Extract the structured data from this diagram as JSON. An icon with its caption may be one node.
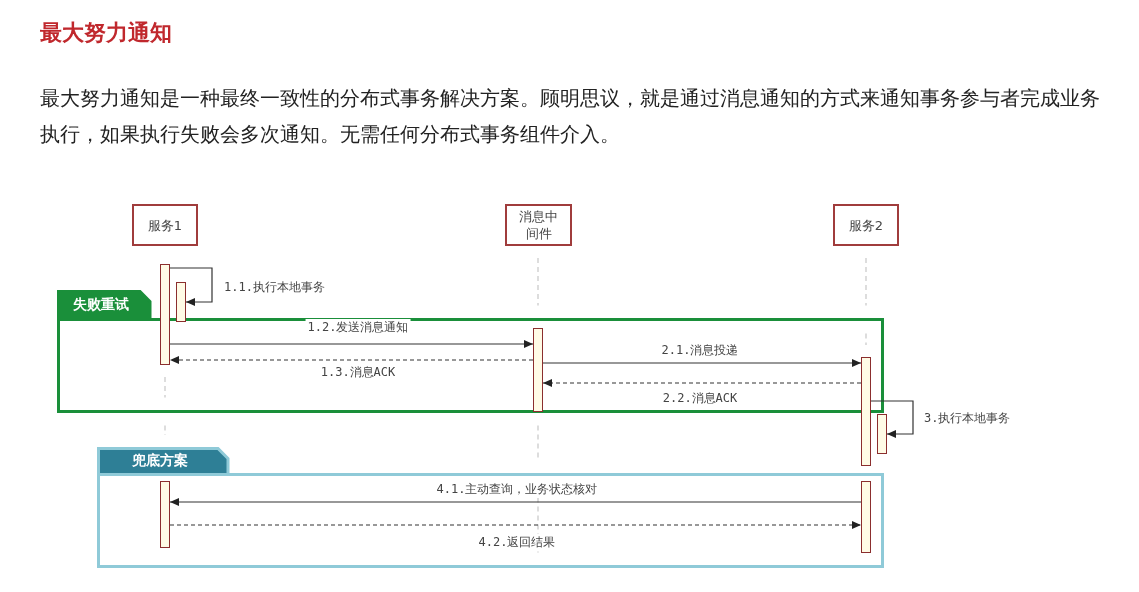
{
  "diagram": {
    "title": "最大努力通知",
    "nodes": [
      {
        "text": [
          "服务1"
        ]
      },
      {
        "text": [
          "消息中间件"
        ]
      },
      {
        "text": [
          "服务2"
        ]
      },
      {
        "text": [],
        "shape": "bar"
      },
      {
        "text": [],
        "shape": "bar"
      },
      {
        "text": [
          "失败重试"
        ]
      },
      {
        "text": [],
        "shape": "bar"
      },
      {
        "text": [],
        "shape": "bar"
      },
      {
        "text": [],
        "shape": "bar"
      },
      {
        "text": [
          "兜底方案"
        ]
      },
      {
        "text": [],
        "shape": "bar"
      },
      {
        "text": [],
        "shape": "bar"
      }
    ],
    "edges": [
      {
        "from": 3,
        "to": 4,
        "arrow": "to",
        "label": "1.1.执行本地事务"
      },
      {
        "from": 3,
        "to": 6,
        "arrow": "to",
        "label": "1.2.发送消息通知"
      },
      {
        "from": 6,
        "to": 3,
        "arrow": "to",
        "label": "1.3.消息ACK",
        "style": "dashed"
      },
      {
        "from": 6,
        "to": 7,
        "arrow": "to",
        "label": "2.1.消息投递"
      },
      {
        "from": 7,
        "to": 6,
        "arrow": "to",
        "label": "2.2.消息ACK",
        "style": "dashed"
      },
      {
        "from": 7,
        "to": 8,
        "arrow": "to",
        "label": "3.执行本地事务"
      },
      {
        "from": 11,
        "to": 10,
        "arrow": "to",
        "label": "4.1.主动查询，业务状态核对"
      },
      {
        "from": 10,
        "to": 11,
        "arrow": "to",
        "label": "4.2.返回结果",
        "style": "dashed"
      }
    ],
    "labels": [
      "最大努力通知是一种最终一致性的分布式事务解决方案。顾明思议，就是通过消息通知的方式来通知事务参与者完成业务执行，如果执行失败会多次通知。无需任何分布式事务组件介入。"
    ]
  }
}
